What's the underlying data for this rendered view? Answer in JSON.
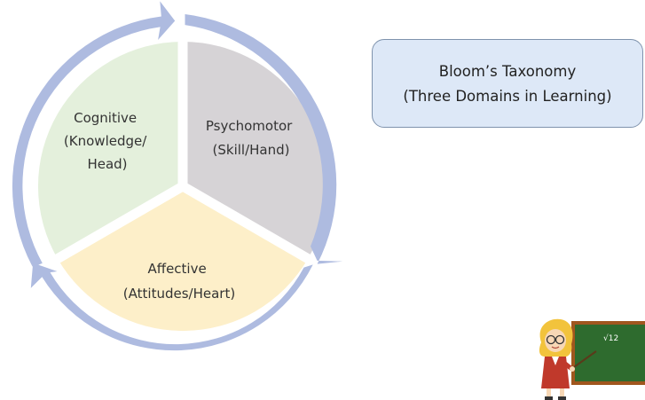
{
  "diagram": {
    "segments": [
      {
        "key": "cognitive",
        "lines": [
          "Cognitive",
          "(Knowledge/",
          "Head)"
        ],
        "fill": "#e4f0dc"
      },
      {
        "key": "psychomotor",
        "lines": [
          "Psychomotor",
          "(Skill/Hand)"
        ],
        "fill": "#d6d3d6"
      },
      {
        "key": "affective",
        "lines": [
          "Affective",
          "(Attitudes/Heart)"
        ],
        "fill": "#fdefc9"
      }
    ],
    "arrow_color": "#aebbe0"
  },
  "title_box": {
    "line1": "Bloom’s Taxonomy",
    "line2": "(Three Domains in Learning)",
    "background": "#dde8f7",
    "border": "#7f93ad"
  },
  "clipart": {
    "icon": "teacher-at-chalkboard-icon",
    "board_text": "√12"
  }
}
